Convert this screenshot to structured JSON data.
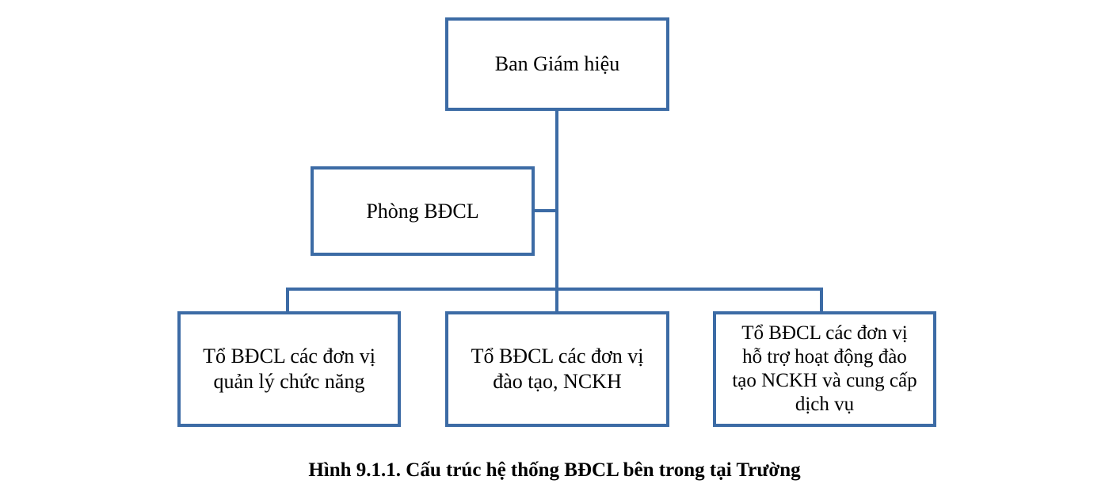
{
  "diagram": {
    "nodes": {
      "root": {
        "label": "Ban Giám hiệu"
      },
      "staff": {
        "label": "Phòng BĐCL"
      },
      "child1": {
        "label": "Tổ BĐCL các đơn vị\nquản lý chức năng"
      },
      "child2": {
        "label": "Tổ BĐCL các đơn vị\nđào tạo, NCKH"
      },
      "child3": {
        "label": "Tổ BĐCL các đơn vị\nhỗ trợ hoạt động đào\ntạo NCKH và cung cấp\ndịch vụ"
      }
    },
    "caption": "Hình 9.1.1. Cấu trúc hệ thống BĐCL bên trong tại Trường",
    "colors": {
      "line": "#3C6BA5",
      "text": "#000000",
      "background": "#FFFFFF"
    }
  }
}
